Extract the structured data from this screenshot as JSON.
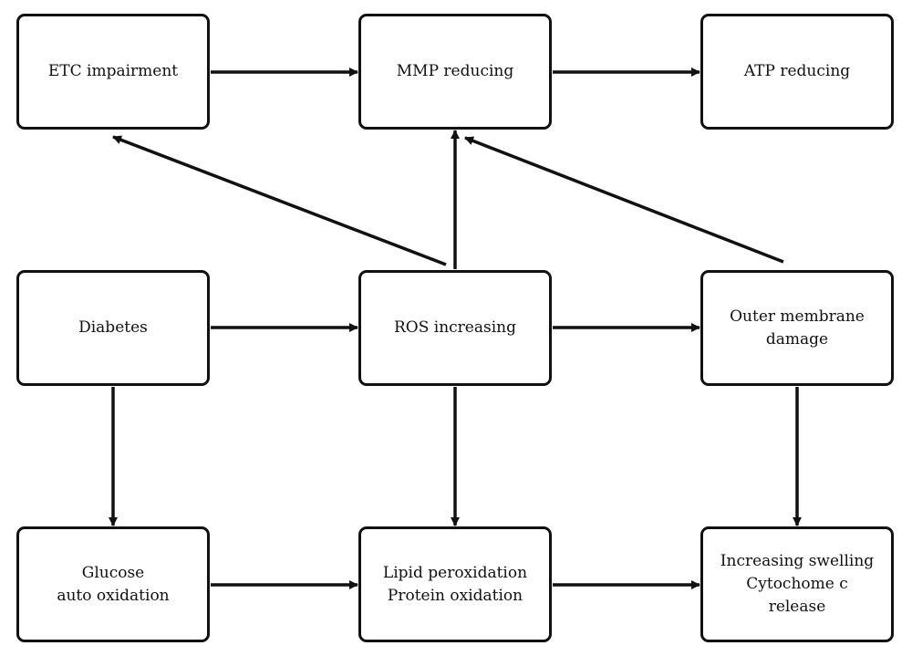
{
  "colors": {
    "stroke": "#111111",
    "background": "#ffffff"
  },
  "nodes": {
    "etc": {
      "lines": [
        "ETC impairment"
      ]
    },
    "mmp": {
      "lines": [
        "MMP reducing"
      ]
    },
    "atp": {
      "lines": [
        "ATP reducing"
      ]
    },
    "diabetes": {
      "lines": [
        "Diabetes"
      ]
    },
    "ros": {
      "lines": [
        "ROS increasing"
      ]
    },
    "outer": {
      "lines": [
        "Outer membrane",
        "damage"
      ]
    },
    "glucose": {
      "lines": [
        "Glucose",
        "auto oxidation"
      ]
    },
    "lipid": {
      "lines": [
        "Lipid peroxidation",
        "Protein oxidation"
      ]
    },
    "swelling": {
      "lines": [
        "Increasing swelling",
        "Cytochome c",
        "release"
      ]
    }
  },
  "edges": [
    {
      "from": "etc",
      "to": "mmp"
    },
    {
      "from": "mmp",
      "to": "atp"
    },
    {
      "from": "diabetes",
      "to": "ros"
    },
    {
      "from": "ros",
      "to": "outer"
    },
    {
      "from": "glucose",
      "to": "lipid"
    },
    {
      "from": "lipid",
      "to": "swelling"
    },
    {
      "from": "ros",
      "to": "etc"
    },
    {
      "from": "ros",
      "to": "mmp"
    },
    {
      "from": "outer",
      "to": "mmp"
    },
    {
      "from": "diabetes",
      "to": "glucose"
    },
    {
      "from": "ros",
      "to": "lipid"
    },
    {
      "from": "outer",
      "to": "swelling"
    }
  ]
}
